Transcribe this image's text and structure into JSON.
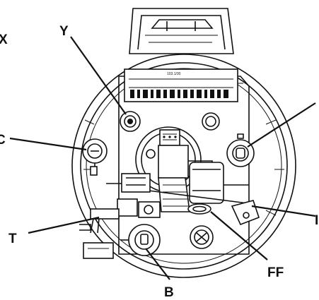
{
  "callouts": {
    "x_partial": "X",
    "y": "Y",
    "c_partial": "C",
    "t": "T",
    "b": "B",
    "ff": "FF",
    "right_top_partial": "",
    "right_bottom_partial": "I"
  },
  "panel_text": "103.1/30",
  "colors": {
    "ink": "#111111",
    "background": "#ffffff"
  }
}
